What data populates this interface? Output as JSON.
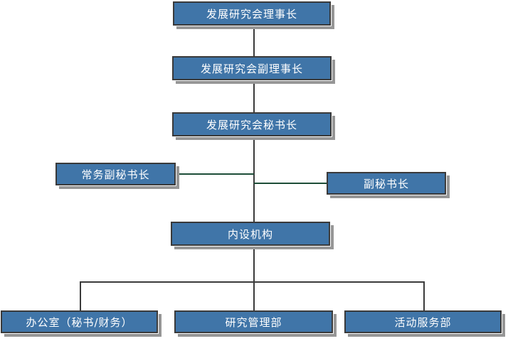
{
  "diagram": {
    "type": "org-chart",
    "background": "#ffffff",
    "colors": {
      "box_fill": "#4075a8",
      "box_border": "#3a3a3a",
      "box_shadow": "#969696",
      "connector_line": "#3b3b3b",
      "side_connector_line": "#1d4d38",
      "text": "#ffffff"
    },
    "nodes": [
      {
        "id": "chairman",
        "label": "发展研究会理事长"
      },
      {
        "id": "vice-chairman",
        "label": "发展研究会副理事长"
      },
      {
        "id": "secretary-general",
        "label": "发展研究会秘书长"
      },
      {
        "id": "executive-deputy-secretary-general",
        "label": "常务副秘书长"
      },
      {
        "id": "deputy-secretary-general",
        "label": "副秘书长"
      },
      {
        "id": "internal-organs",
        "label": "内设机构"
      },
      {
        "id": "office",
        "label": "办公室（秘书/财务）"
      },
      {
        "id": "research-management-dept",
        "label": "研究管理部"
      },
      {
        "id": "activity-service-dept",
        "label": "活动服务部"
      }
    ],
    "edges": [
      {
        "from": "chairman",
        "to": "vice-chairman"
      },
      {
        "from": "vice-chairman",
        "to": "secretary-general"
      },
      {
        "from": "secretary-general",
        "to": "executive-deputy-secretary-general"
      },
      {
        "from": "secretary-general",
        "to": "deputy-secretary-general"
      },
      {
        "from": "secretary-general",
        "to": "internal-organs"
      },
      {
        "from": "internal-organs",
        "to": "office"
      },
      {
        "from": "internal-organs",
        "to": "research-management-dept"
      },
      {
        "from": "internal-organs",
        "to": "activity-service-dept"
      }
    ]
  }
}
